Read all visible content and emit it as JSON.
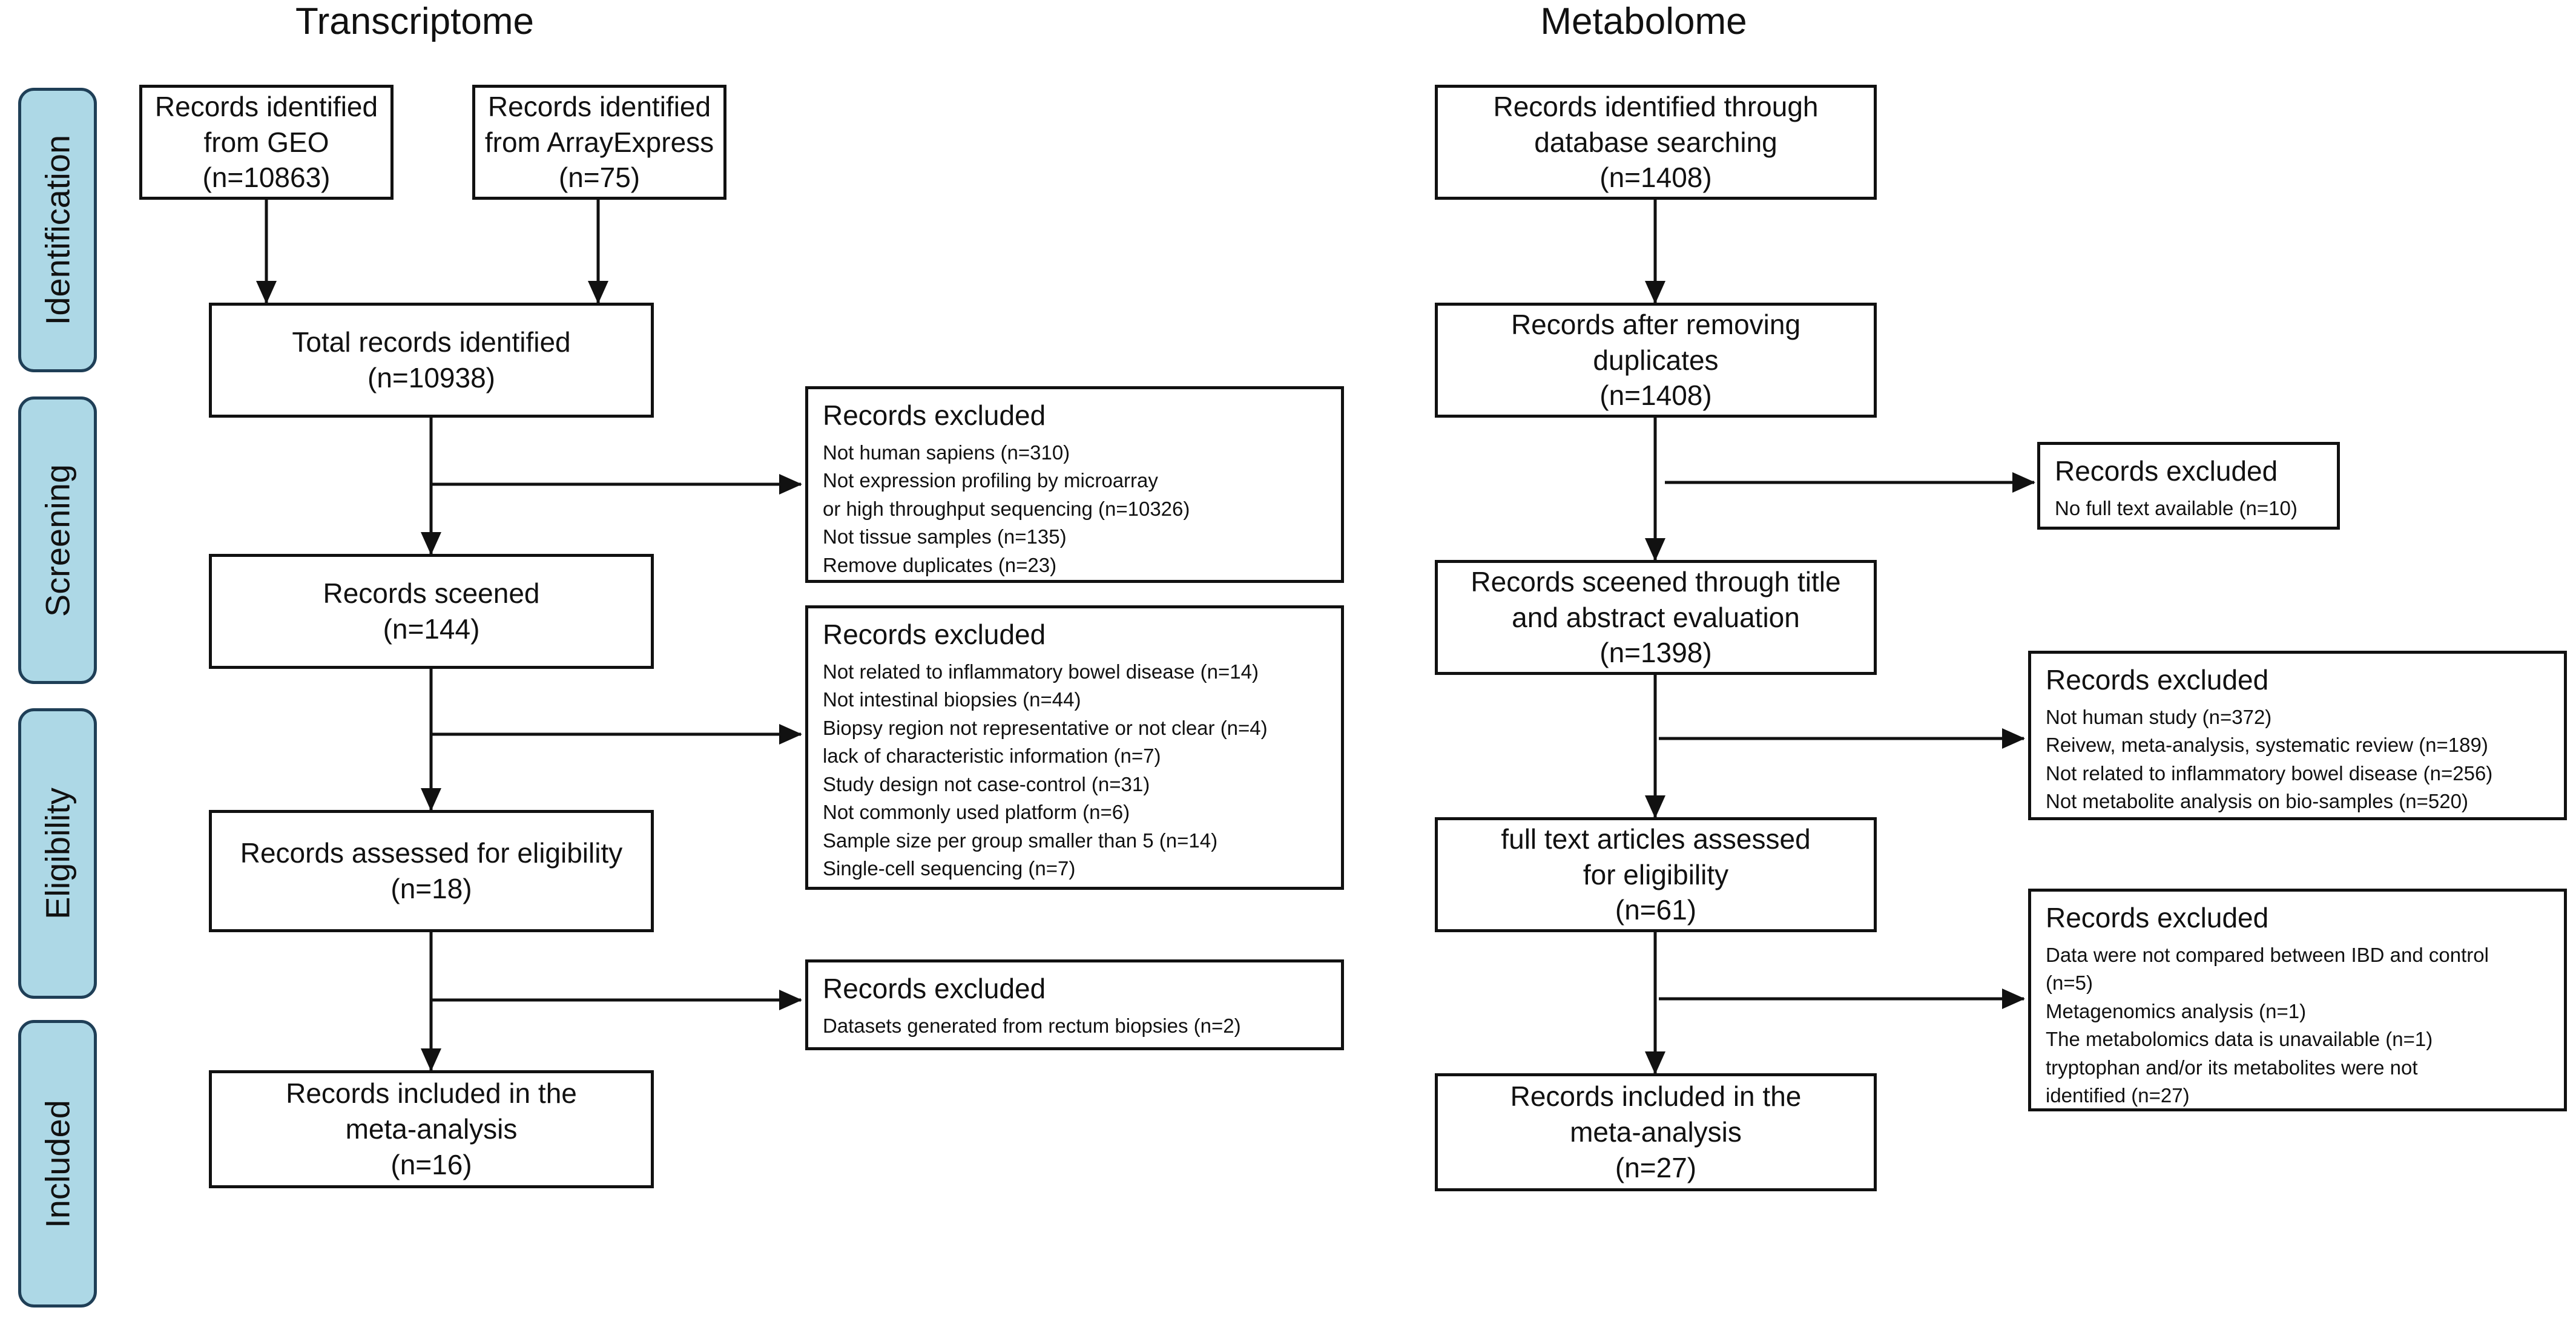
{
  "titles": {
    "transcriptome": "Transcriptome",
    "metabolome": "Metabolome"
  },
  "stages": {
    "identification": "Identification",
    "screening": "Screening",
    "eligibility": "Eligibility",
    "included": "Included"
  },
  "transcriptome": {
    "geo": [
      "Records identified",
      "from GEO",
      "(n=10863)"
    ],
    "arrayexpress": [
      "Records identified",
      "from ArrayExpress",
      "(n=75)"
    ],
    "total": [
      "Total records identified",
      "(n=10938)"
    ],
    "screened": [
      "Records sceened",
      "(n=144)"
    ],
    "assessed": [
      "Records assessed for eligibility",
      "(n=18)"
    ],
    "included": [
      "Records included in the",
      "meta-analysis",
      "(n=16)"
    ],
    "excluded_1": {
      "title": "Records excluded",
      "items": [
        "Not human sapiens (n=310)",
        "Not expression profiling by microarray",
        "or high throughput sequencing (n=10326)",
        "Not tissue samples (n=135)",
        "Remove duplicates (n=23)"
      ]
    },
    "excluded_2": {
      "title": "Records excluded",
      "items": [
        "Not related to inflammatory bowel disease (n=14)",
        "Not intestinal biopsies (n=44)",
        "Biopsy region not representative or not clear (n=4)",
        "lack of characteristic information (n=7)",
        "Study design not case-control (n=31)",
        "Not commonly used platform (n=6)",
        "Sample size per group smaller than 5 (n=14)",
        "Single-cell sequencing (n=7)"
      ]
    },
    "excluded_3": {
      "title": "Records excluded",
      "items": [
        "Datasets generated from rectum biopsies (n=2)"
      ]
    }
  },
  "metabolome": {
    "identified": [
      "Records identified through",
      "database searching",
      "(n=1408)"
    ],
    "dedup": [
      "Records after removing",
      "duplicates",
      "(n=1408)"
    ],
    "screened": [
      "Records sceened through title",
      "and abstract evaluation",
      "(n=1398)"
    ],
    "fulltext": [
      "full text articles assessed",
      "for eligibility",
      "(n=61)"
    ],
    "included": [
      "Records included in the",
      "meta-analysis",
      "(n=27)"
    ],
    "excluded_1": {
      "title": "Records excluded",
      "items": [
        "No full text available (n=10)"
      ]
    },
    "excluded_2": {
      "title": "Records excluded",
      "items": [
        "Not human study (n=372)",
        "Reivew, meta-analysis, systematic review (n=189)",
        "Not related to inflammatory bowel disease (n=256)",
        "Not metabolite analysis on bio-samples (n=520)"
      ]
    },
    "excluded_3": {
      "title": "Records excluded",
      "items": [
        "Data were not compared between IBD and control",
        "(n=5)",
        "Metagenomics analysis (n=1)",
        "The metabolomics data is unavailable (n=1)",
        "tryptophan and/or its metabolites were not",
        "identified (n=27)"
      ]
    }
  }
}
